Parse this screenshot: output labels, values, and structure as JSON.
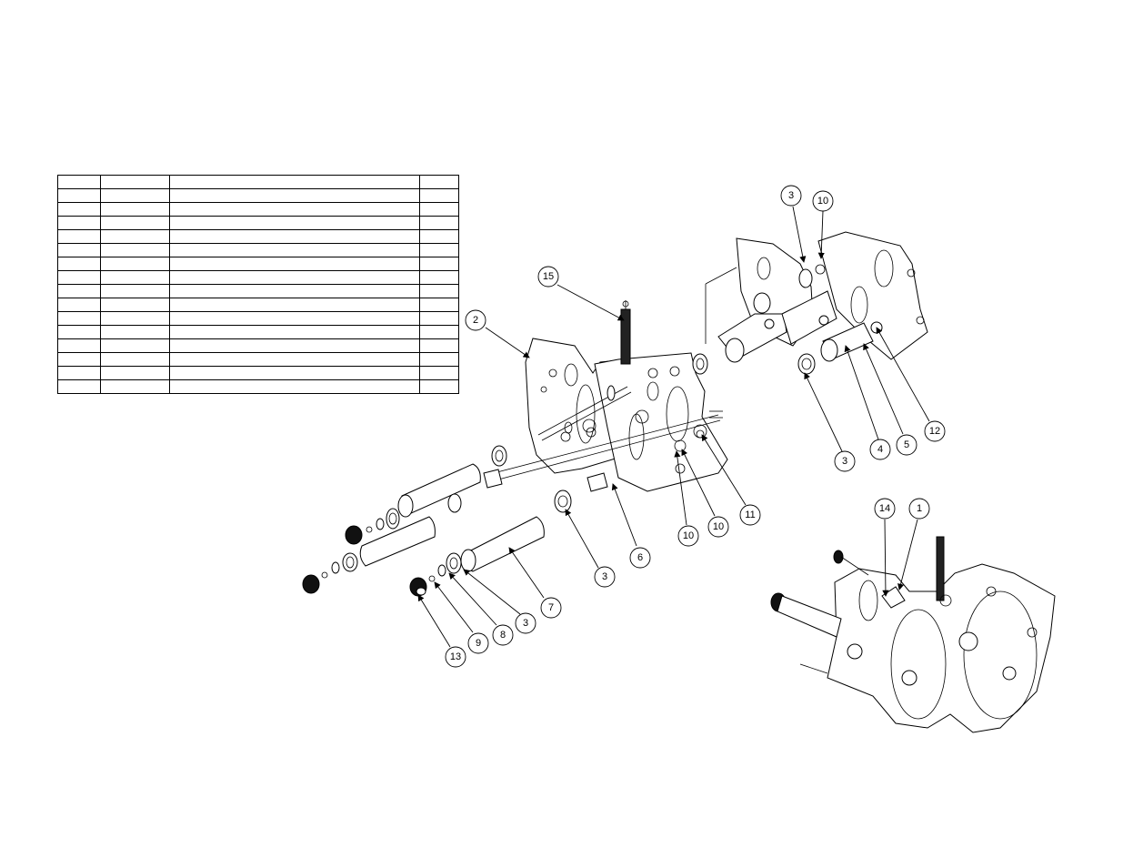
{
  "bom": {
    "row_count": 16,
    "col_count": 4
  },
  "callouts": [
    {
      "id": "c-15a",
      "label": "15"
    },
    {
      "id": "c-2",
      "label": "2"
    },
    {
      "id": "c-3a",
      "label": "3"
    },
    {
      "id": "c-10a",
      "label": "10"
    },
    {
      "id": "c-3b",
      "label": "3"
    },
    {
      "id": "c-4",
      "label": "4"
    },
    {
      "id": "c-5",
      "label": "5"
    },
    {
      "id": "c-12",
      "label": "12"
    },
    {
      "id": "c-11",
      "label": "11"
    },
    {
      "id": "c-10b",
      "label": "10"
    },
    {
      "id": "c-10c",
      "label": "10"
    },
    {
      "id": "c-6",
      "label": "6"
    },
    {
      "id": "c-3c",
      "label": "3"
    },
    {
      "id": "c-7",
      "label": "7"
    },
    {
      "id": "c-3d",
      "label": "3"
    },
    {
      "id": "c-8",
      "label": "8"
    },
    {
      "id": "c-9",
      "label": "9"
    },
    {
      "id": "c-13",
      "label": "13"
    },
    {
      "id": "c-14",
      "label": "14"
    },
    {
      "id": "c-1",
      "label": "1"
    }
  ]
}
